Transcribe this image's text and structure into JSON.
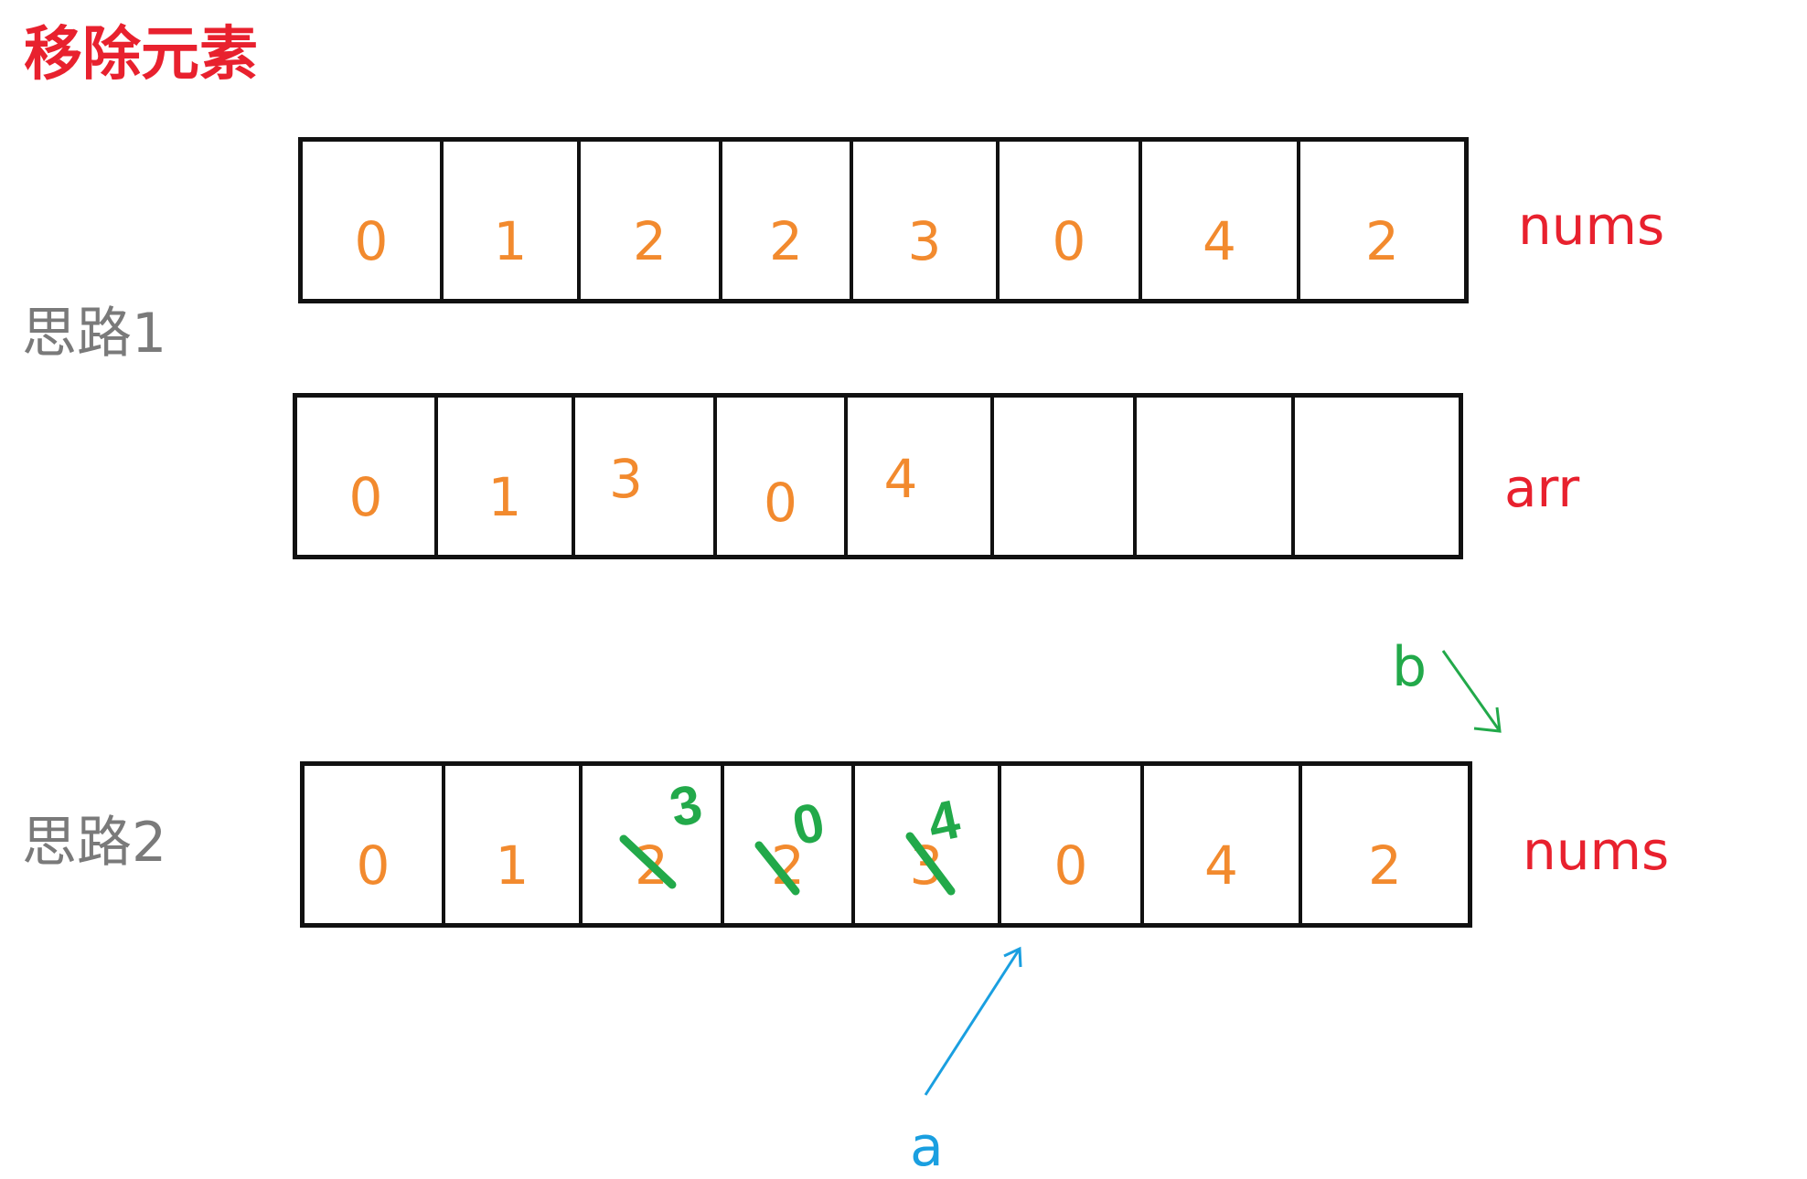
{
  "title": "移除元素",
  "approach1": {
    "label": "思路1",
    "nums": {
      "name": "nums",
      "cells": [
        "0",
        "1",
        "2",
        "2",
        "3",
        "0",
        "4",
        "2"
      ]
    },
    "arr": {
      "name": "arr",
      "cells": [
        "0",
        "1",
        "3",
        "0",
        "4",
        "",
        "",
        ""
      ]
    }
  },
  "approach2": {
    "label": "思路2",
    "nums": {
      "name": "nums",
      "cells": [
        "0",
        "1",
        "2",
        "2",
        "3",
        "0",
        "4",
        "2"
      ]
    },
    "overwrites": [
      "3",
      "0",
      "4"
    ],
    "pointer_a": "a",
    "pointer_b": "b"
  },
  "colors": {
    "title": "#e8212e",
    "cell_value": "#f28a2e",
    "pointer_a": "#1a9fe0",
    "pointer_b": "#22a94a",
    "overwrite": "#22a94a"
  }
}
